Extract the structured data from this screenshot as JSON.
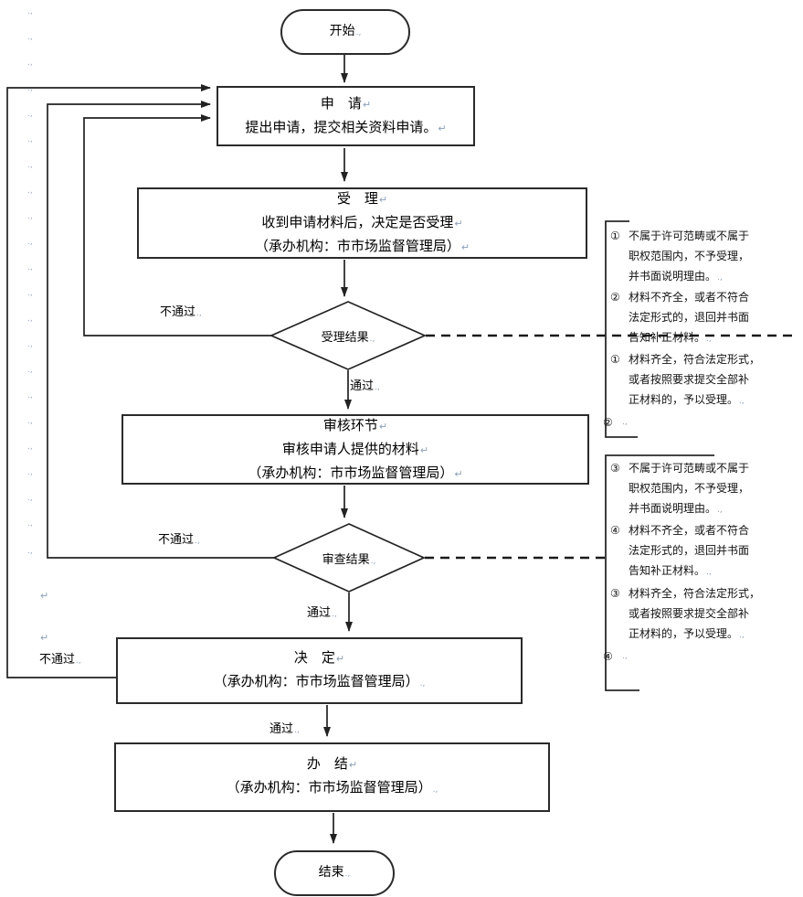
{
  "colors": {
    "line": "#222222",
    "dash": "#1a1a1a",
    "mark": "#8ba0b8",
    "box_border": "#2a2a2a"
  },
  "flow": {
    "start": {
      "t": "开始",
      "m": ".,"
    },
    "apply": {
      "l1": {
        "t": "申　请",
        "m": "↵"
      },
      "l2": {
        "t": "提出申请，提交相关资料申请。",
        "m": "↵"
      }
    },
    "accept": {
      "l1": {
        "t": "受　理",
        "m": "↵"
      },
      "l2": {
        "t": "收到申请材料后，决定是否受理",
        "m": "↵"
      },
      "l3": {
        "t": "（承办机构：市市场监督管理局）",
        "m": "↵"
      }
    },
    "d1": {
      "t": "受理结果",
      "m": ".,"
    },
    "review": {
      "l1": {
        "t": "审核环节",
        "m": "↵"
      },
      "l2": {
        "t": "审核申请人提供的材料",
        "m": "↵"
      },
      "l3": {
        "t": "（承办机构：市市场监督管理局）",
        "m": "↵"
      }
    },
    "d2": {
      "t": "审查结果",
      "m": ".,"
    },
    "decide": {
      "l1": {
        "t": "决　定",
        "m": "↵"
      },
      "l2": {
        "t": "（承办机构：市市场监督管理局）",
        "m": ".,"
      }
    },
    "finish": {
      "l1": {
        "t": "办　结",
        "m": "↵"
      },
      "l2": {
        "t": "（承办机构：市市场监督管理局）",
        "m": ".,"
      }
    },
    "end": {
      "t": "结束",
      "m": ".,"
    },
    "pass": {
      "t": "通过",
      "m": ".,"
    },
    "fail": {
      "t": "不通过",
      "m": ".,"
    }
  },
  "annotations": {
    "block1": {
      "i1": {
        "num": "①",
        "l1": "不属于许可范畴或不属于",
        "l2": "职权范围内，不予受理，",
        "l3": "并书面说明理由。",
        "m": ".,"
      },
      "i2": {
        "num": "②",
        "l1": "材料不齐全，或者不符合",
        "l2": "法定形式的，退回并书面",
        "l3": "告知补正材料。",
        "m": ".,"
      },
      "i3": {
        "num": "①",
        "l1": "材料齐全，符合法定形式，",
        "l2": "或者按照要求提交全部补",
        "l3": "正材料的，予以受理。",
        "m": ".,"
      },
      "i4": {
        "num": "②",
        "m": ".,"
      }
    },
    "block2": {
      "i1": {
        "num": "③",
        "l1": "不属于许可范畴或不属于",
        "l2": "职权范围内，不予受理，",
        "l3": "并书面说明理由。",
        "m": ".,"
      },
      "i2": {
        "num": "④",
        "l1": "材料不齐全，或者不符合",
        "l2": "法定形式的，退回并书面",
        "l3": "告知补正材料。",
        "m": ".,"
      },
      "i3": {
        "num": "③",
        "l1": "材料齐全，符合法定形式，",
        "l2": "或者按照要求提交全部补",
        "l3": "正材料的，予以受理。",
        "m": ".,"
      },
      "i4": {
        "num": "④",
        "m": ".,"
      }
    }
  },
  "margin": {
    "mark": ".,",
    "return_mark": "↵"
  }
}
